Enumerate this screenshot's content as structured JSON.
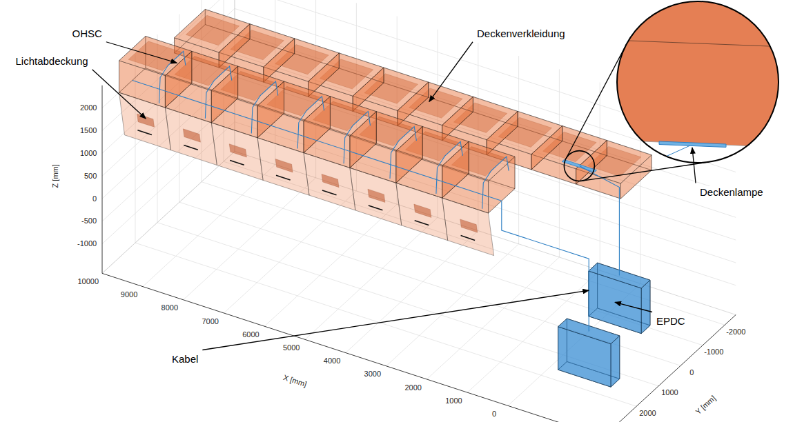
{
  "diagram": {
    "labels": [
      "OHSC",
      "Lichtabdeckung",
      "Deckenverkleidung",
      "Deckenlampe",
      "Kabel",
      "EPDC",
      "Z [mm]",
      "X [mm]",
      "Y [mm]",
      "2000",
      "1500",
      "1000",
      "500",
      "0",
      "-500",
      "-1000",
      "10000",
      "9000",
      "8000",
      "7000",
      "6000",
      "5000",
      "4000",
      "3000",
      "2000",
      "1000",
      "0",
      "-2000",
      "-1000",
      "0",
      "1000",
      "2000"
    ]
  }
}
